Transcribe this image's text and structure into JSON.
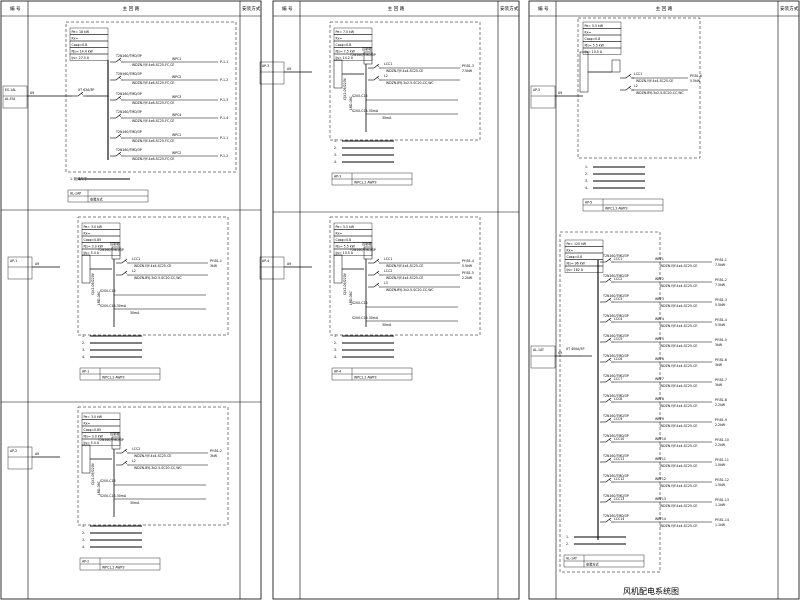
{
  "header": {
    "col_number": "编 号",
    "col_main": "主 回 路",
    "col_install": "安装方式"
  },
  "caption": "风机配电系统图",
  "blocks": [
    {
      "id": "s1-top",
      "params": [
        "Pe= 18  kW",
        "Kx=",
        "Cosφ=0.8",
        "Pjs= 14.4 kW",
        "Ijs= 27.5 A"
      ],
      "incoming": [
        "ES-1AL",
        "AL-FA1"
      ],
      "main_switch": "XT 63A/3P",
      "branches": [
        {
          "breaker": "T2N160/TMD/3P",
          "circuit": "WPC1",
          "cable": "WDZN-YJY-4x6-SC25-FC,CE",
          "load": "P-1-1"
        },
        {
          "breaker": "T2N160/TMD/3P",
          "circuit": "WPC2",
          "cable": "WDZN-YJY-4x6-SC25-FC,CE",
          "load": "P-1-2"
        },
        {
          "breaker": "T2N160/TMD/3P",
          "circuit": "WPC3",
          "cable": "WDZN-YJY-4x6-SC25-FC,CE",
          "load": "P-1-3"
        },
        {
          "breaker": "T2N160/TMD/3P",
          "circuit": "WPC4",
          "cable": "WDZN-YJY-4x6-SC25-FC,CE",
          "load": "P-1-4"
        }
      ],
      "notes": [
        "1. 柜体尺寸"
      ],
      "table": [
        "AL-1AP",
        "安装方式"
      ]
    },
    {
      "id": "s1-mid",
      "params": [
        "Pe= 3.0 kW",
        "Kx=",
        "Cosφ=0.85",
        "Pjs= 3.0 kW",
        "Ijs= 5.4 A"
      ],
      "incoming": [
        "AP-1"
      ],
      "contactor": "CJX2",
      "circuits": [
        {
          "code": "LCC1",
          "cable": "WDZN-YJY-4x4-SC25-CE",
          "load": "PY-B1-1",
          "power": "3kW"
        },
        {
          "code": "L2",
          "cable": "WDZN-BYJ-3x2.5-SC20-CC,WC",
          "load": "",
          "power": ""
        }
      ],
      "rcd": "S200-C16",
      "notes": [
        "1.",
        "2.",
        "3.",
        "4."
      ],
      "table": [
        "AP-1",
        "WPC1,2",
        "AWP3"
      ]
    },
    {
      "id": "s1-bot",
      "params": [
        "Pe= 3.0 kW",
        "Kx=",
        "Cosφ=0.85",
        "Pjs= 3.0 kW",
        "Ijs= 5.4 A"
      ],
      "incoming": [
        "AP-2"
      ],
      "contactor": "CJX2",
      "circuits": [
        {
          "code": "LCC2",
          "cable": "WDZN-YJY-4x4-SC25-CE",
          "load": "PY-B1-2",
          "power": "3kW"
        },
        {
          "code": "L2",
          "cable": "WDZN-BYJ-3x2.5-SC20-CC,WC",
          "load": "",
          "power": ""
        }
      ],
      "rcd": "S200-C16",
      "notes": [
        "1.",
        "2.",
        "3.",
        "4."
      ],
      "table": [
        "AP-2",
        "WPC1,2",
        "AWP3"
      ]
    },
    {
      "id": "s2-top",
      "params": [
        "Pe= 7.5 kW",
        "Kx=",
        "Cosφ=0.8",
        "Pjs= 7.5 kW",
        "Ijs= 14.2 A"
      ],
      "incoming": [
        "AP-3"
      ],
      "circuits": [
        {
          "code": "LCC1",
          "cable": "WDZN-YJY-4x4-SC25-CE",
          "load": "PY-B1-3",
          "power": "7.5kW"
        },
        {
          "code": "L2",
          "cable": "WDZN-BYJ-3x2.5-SC20-CC,WC",
          "load": "",
          "power": ""
        }
      ],
      "rcd": "S200-C16",
      "notes": [
        "1.",
        "2.",
        "3.",
        "4."
      ],
      "table": [
        "AP-3",
        "WPC1,2",
        "AWP3"
      ]
    },
    {
      "id": "s2-bot",
      "params": [
        "Pe= 5.5 kW",
        "Kx=",
        "Cosφ=0.8",
        "Pjs= 5.5 kW",
        "Ijs= 10.5 A"
      ],
      "incoming": [
        "AP-4"
      ],
      "circuits": [
        {
          "code": "LCC1",
          "cable": "WDZN-YJY-4x4-SC25-CE",
          "load": "PY-B1-4",
          "power": "5.5kW"
        },
        {
          "code": "LCC2",
          "cable": "WDZN-YJY-4x4-SC25-CE",
          "load": "PY-B1-5",
          "power": "2.2kW"
        },
        {
          "code": "L3",
          "cable": "WDZN-BYJ-3x2.5-SC20-CC,WC",
          "load": "",
          "power": ""
        }
      ],
      "rcd": "S200-C16",
      "notes": [
        "1.",
        "2.",
        "3.",
        "4."
      ],
      "table": [
        "AP-4",
        "WPC1,2",
        "AWP3"
      ]
    },
    {
      "id": "s3-top",
      "params": [
        "Pe= 5.5 kW",
        "Kx=",
        "Cosφ=0.8",
        "Pjs= 5.5 kW",
        "Ijs= 10.5 A"
      ],
      "incoming": [
        "AP-5"
      ],
      "circuits": [
        {
          "code": "LCC1",
          "cable": "WDZN-YJY-4x4-SC25-CE",
          "load": "PY-B1-6",
          "power": "5.5kW"
        },
        {
          "code": "L2",
          "cable": "WDZN-BYJ-3x2.5-SC20-CC,WC",
          "load": "",
          "power": ""
        }
      ],
      "notes": [
        "1.",
        "2.",
        "3.",
        "4."
      ],
      "table": [
        "AP-5",
        "WPC1,2",
        "AWP3"
      ]
    },
    {
      "id": "s3-big",
      "params": [
        "Pe= 120 kW",
        "Kx=",
        "Cosφ=0.8",
        "Pjs= 96 kW",
        "Ijs= 182 A"
      ],
      "incoming": [
        "AL-1AT"
      ],
      "main_switch": "XT 400A/3P",
      "branch_breaker": "T2N160/TMD/3P",
      "branches": [
        {
          "code": "LCC1",
          "circuit": "WPF1",
          "load": "PY-B1-1",
          "power": "7.5kW"
        },
        {
          "code": "LCC2",
          "circuit": "WPF2",
          "load": "PY-B1-2",
          "power": "7.5kW"
        },
        {
          "code": "LCC3",
          "circuit": "WPF3",
          "load": "PY-B1-3",
          "power": "5.5kW"
        },
        {
          "code": "LCC4",
          "circuit": "WPF4",
          "load": "PY-B1-4",
          "power": "5.5kW"
        },
        {
          "code": "LCC5",
          "circuit": "WPF5",
          "load": "PY-B1-5",
          "power": "3kW"
        },
        {
          "code": "LCC6",
          "circuit": "WPF6",
          "load": "PY-B1-6",
          "power": "3kW"
        },
        {
          "code": "LCC7",
          "circuit": "WPF7",
          "load": "PY-B1-7",
          "power": "3kW"
        },
        {
          "code": "LCC8",
          "circuit": "WPF8",
          "load": "PY-B1-8",
          "power": "2.2kW"
        },
        {
          "code": "LCC9",
          "circuit": "WPF9",
          "load": "PY-B1-9",
          "power": "2.2kW"
        },
        {
          "code": "LCC10",
          "circuit": "WPF10",
          "load": "PY-B1-10",
          "power": "2.2kW"
        },
        {
          "code": "LCC11",
          "circuit": "WPF11",
          "load": "PY-B1-11",
          "power": "1.5kW"
        },
        {
          "code": "LCC12",
          "circuit": "WPF12",
          "load": "PY-B1-12",
          "power": "1.5kW"
        },
        {
          "code": "LCC13",
          "circuit": "WPF13",
          "load": "PY-B1-13",
          "power": "1.1kW"
        },
        {
          "code": "LCC14",
          "circuit": "WPF14",
          "load": "PY-B1-14",
          "power": "1.1kW"
        }
      ],
      "notes": [
        "1.",
        "2."
      ],
      "table": [
        "AL-1AT",
        "安装方式"
      ]
    }
  ],
  "common": {
    "cable_label": "WDZN-YJY-4x4-SC25-CE",
    "rcd_label": "S200-C16",
    "rcd_note": "30mA",
    "ctrl_label": "控制箱",
    "ext_code": "A9",
    "small_table_text": "WPC1,2  AWP3"
  }
}
